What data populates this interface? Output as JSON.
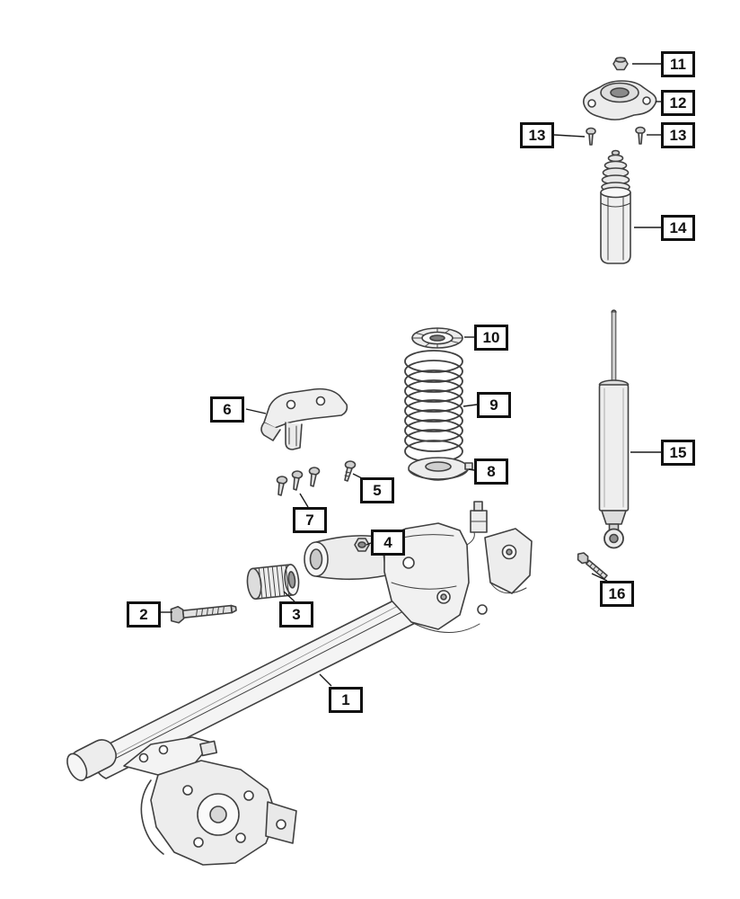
{
  "diagram": {
    "colors": {
      "background": "#ffffff",
      "line": "#404040",
      "callout_border": "#111111",
      "callout_text": "#111111"
    },
    "callouts": [
      {
        "label": "11"
      },
      {
        "label": "12"
      },
      {
        "label": "13"
      },
      {
        "label": "13"
      },
      {
        "label": "14"
      },
      {
        "label": "10"
      },
      {
        "label": "9"
      },
      {
        "label": "8"
      },
      {
        "label": "6"
      },
      {
        "label": "5"
      },
      {
        "label": "7"
      },
      {
        "label": "4"
      },
      {
        "label": "15"
      },
      {
        "label": "16"
      },
      {
        "label": "2"
      },
      {
        "label": "3"
      },
      {
        "label": "1"
      }
    ]
  }
}
